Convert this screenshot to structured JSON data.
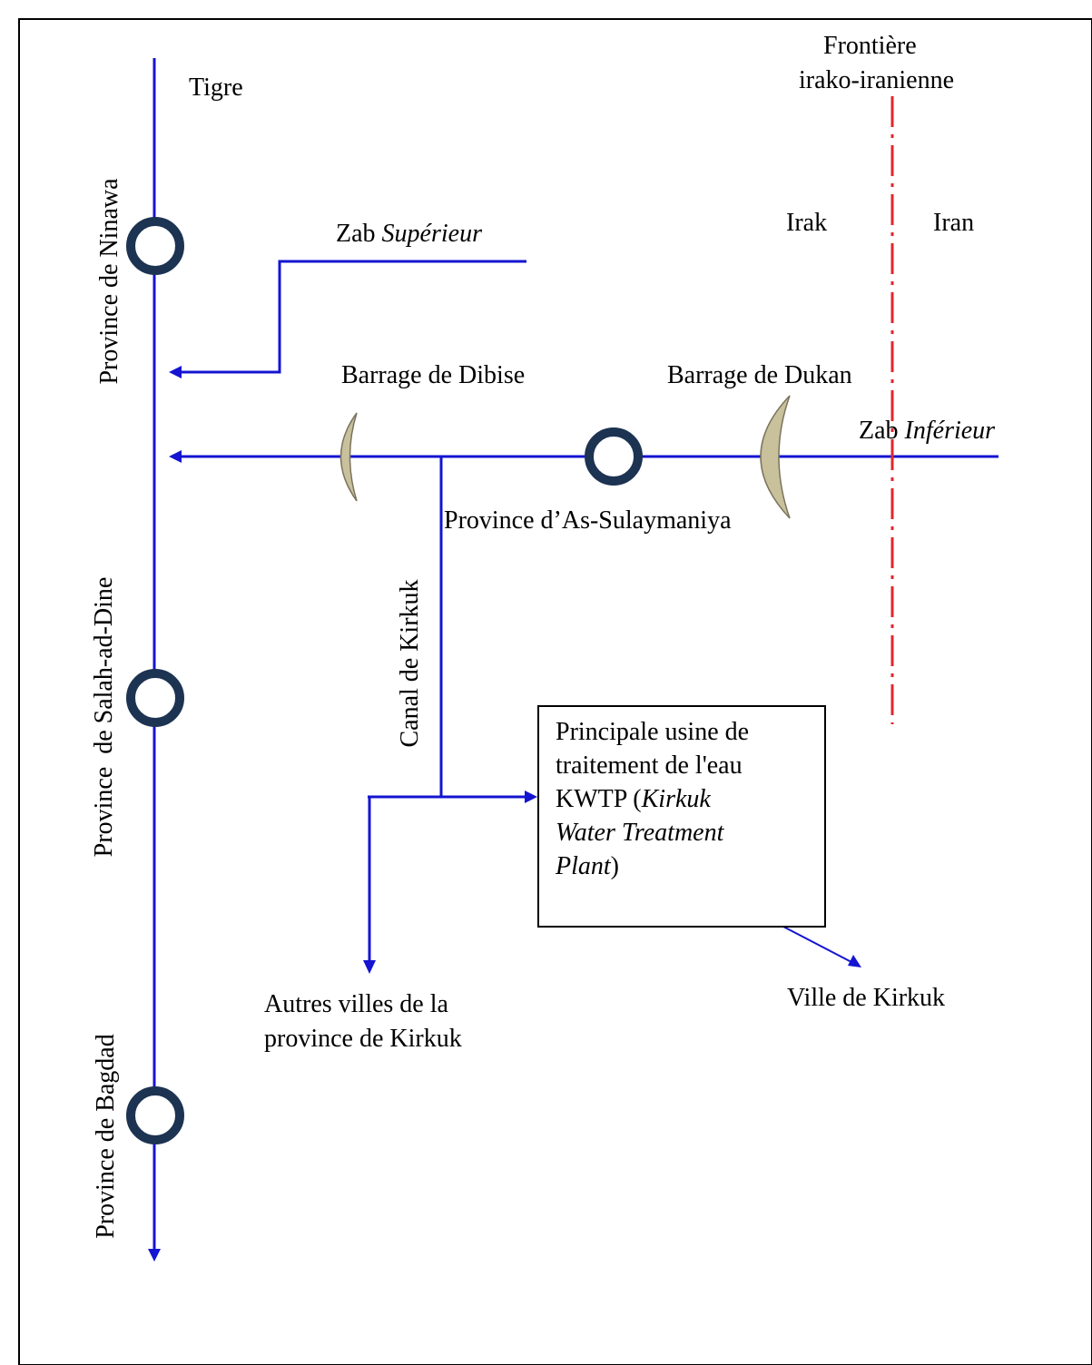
{
  "colors": {
    "river": "#1414d2",
    "border": "#e3262c",
    "node_ring": "#1c3352",
    "dam_fill": "#c9c09c",
    "dam_stroke": "#7a745e",
    "frame": "#000000"
  },
  "labels": {
    "tigre": "Tigre",
    "frontiere_line1": "Frontière",
    "frontiere_line2": "irako-iranienne",
    "irak": "Irak",
    "iran": "Iran",
    "zab_sup_prefix": "Zab ",
    "zab_sup_italic": "Supérieur",
    "zab_inf_prefix": "Zab ",
    "zab_inf_italic": "Inférieur",
    "barrage_dibise": "Barrage de Dibise",
    "barrage_dukan": "Barrage de Dukan",
    "province_sulaymaniya": "Province d’As-Sulaymaniya",
    "province_ninawa": "Province de Ninawa",
    "province_salah": "Province  de Salah-ad-Dine",
    "province_bagdad": "Province de Bagdad",
    "canal_kirkuk": "Canal de Kirkuk",
    "autres_villes_line1": "Autres villes de la",
    "autres_villes_line2": "province de Kirkuk",
    "ville_kirkuk": "Ville de Kirkuk"
  },
  "kwtp_box": {
    "line1": "Principale usine de",
    "line2": "traitement de l'eau",
    "line3_prefix": "KWTP (",
    "line3_italic": "Kirkuk",
    "line4_italic": "Water Treatment",
    "line5_italic": "Plant",
    "line5_suffix": ")"
  }
}
